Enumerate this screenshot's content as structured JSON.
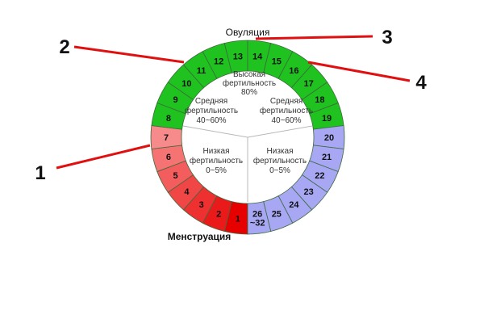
{
  "ovulation_label": "Овуляция",
  "menstruation_label": "Менструация",
  "zones": {
    "high": {
      "line1": "Высокая",
      "line2": "фертильность",
      "line3": "80%"
    },
    "mid_left": {
      "line1": "Средняя",
      "line2": "фертильность",
      "line3": "40~60%"
    },
    "mid_right": {
      "line1": "Средняя",
      "line2": "фертильность",
      "line3": "40~60%"
    },
    "low_left": {
      "line1": "Низкая",
      "line2": "фертильность",
      "line3": "0~5%"
    },
    "low_right": {
      "line1": "Низкая",
      "line2": "фертильность",
      "line3": "0~5%"
    }
  },
  "markers": [
    "1",
    "2",
    "3",
    "4"
  ],
  "segments": [
    {
      "label": "1",
      "color": "#e60000"
    },
    {
      "label": "2",
      "color": "#ea1a1a"
    },
    {
      "label": "3",
      "color": "#ee3030"
    },
    {
      "label": "4",
      "color": "#f04646"
    },
    {
      "label": "5",
      "color": "#f35d5d"
    },
    {
      "label": "6",
      "color": "#f57373"
    },
    {
      "label": "7",
      "color": "#f78a8a"
    },
    {
      "label": "8",
      "color": "#1fc21f"
    },
    {
      "label": "9",
      "color": "#1fc21f"
    },
    {
      "label": "10",
      "color": "#1fc21f"
    },
    {
      "label": "11",
      "color": "#1fc21f"
    },
    {
      "label": "12",
      "color": "#1fc21f"
    },
    {
      "label": "13",
      "color": "#1fc21f"
    },
    {
      "label": "14",
      "color": "#1fc21f"
    },
    {
      "label": "15",
      "color": "#1fc21f"
    },
    {
      "label": "16",
      "color": "#1fc21f"
    },
    {
      "label": "17",
      "color": "#1fc21f"
    },
    {
      "label": "18",
      "color": "#1fc21f"
    },
    {
      "label": "19",
      "color": "#1fc21f"
    },
    {
      "label": "20",
      "color": "#a7a7f4"
    },
    {
      "label": "21",
      "color": "#a7a7f4"
    },
    {
      "label": "22",
      "color": "#a7a7f4"
    },
    {
      "label": "23",
      "color": "#a7a7f4"
    },
    {
      "label": "24",
      "color": "#a7a7f4"
    },
    {
      "label": "25",
      "color": "#a7a7f4"
    },
    {
      "label": "26",
      "label2": "~32",
      "color": "#a7a7f4"
    }
  ]
}
